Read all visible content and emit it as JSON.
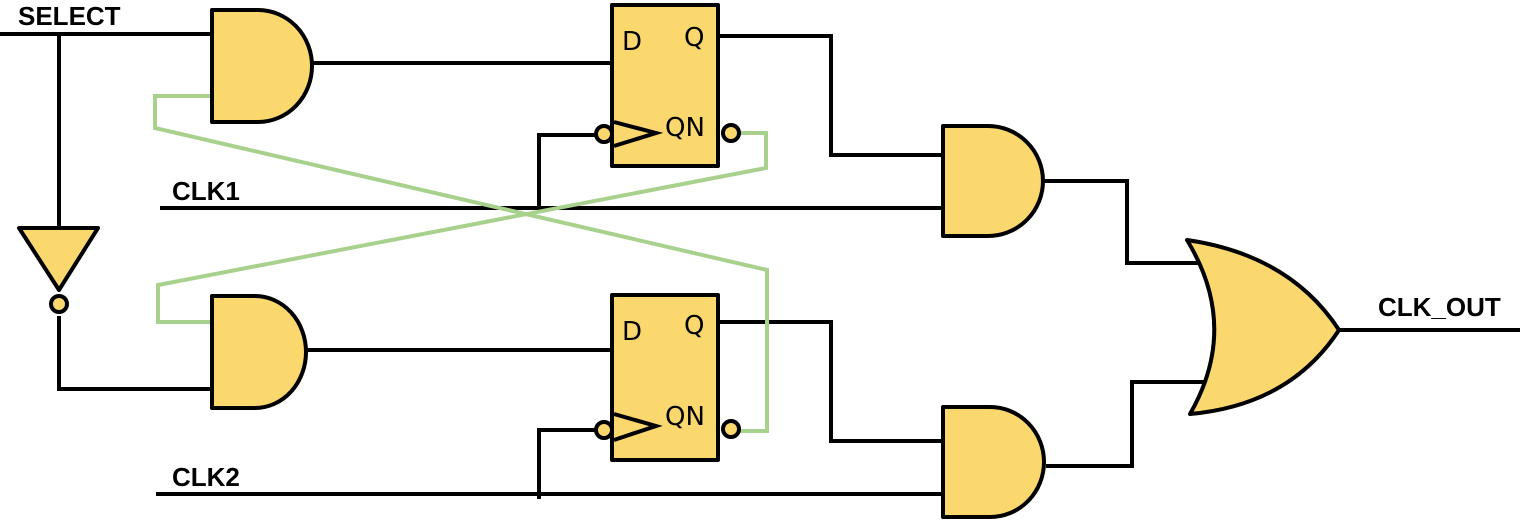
{
  "signals": {
    "select": "SELECT",
    "clk1": "CLK1",
    "clk2": "CLK2",
    "clk_out": "CLK_OUT"
  },
  "flipflop_top": {
    "d": "D",
    "q": "Q",
    "qn": "QN"
  },
  "flipflop_bottom": {
    "d": "D",
    "q": "Q",
    "qn": "QN"
  },
  "colors": {
    "gate_fill": "#FAD86E",
    "wire": "#000000",
    "feedback_wire": "#A9D18E"
  }
}
